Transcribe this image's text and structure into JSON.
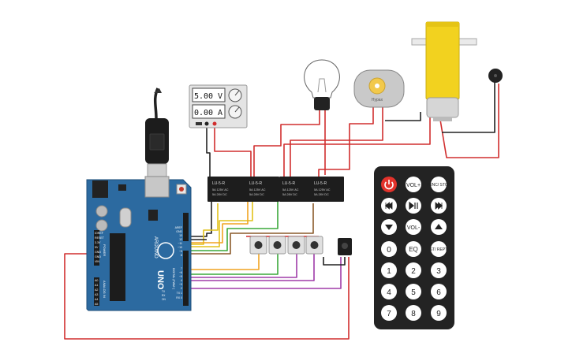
{
  "power_supply": {
    "voltage": "5.00 V",
    "current": "0.00 A"
  },
  "relays": [
    {
      "label": "LU-5-R",
      "spec1": "5A 125V AC",
      "spec2": "5A 28V DC"
    },
    {
      "label": "LU-5-R",
      "spec1": "5A 125V AC",
      "spec2": "5A 28V DC"
    },
    {
      "label": "LU-5-R",
      "spec1": "5A 125V AC",
      "spec2": "5A 28V DC"
    },
    {
      "label": "LU-5-R",
      "spec1": "5A 125V AC",
      "spec2": "5A 28V DC"
    }
  ],
  "dc_motor_label": "Hypax",
  "arduino": {
    "board": "ARDUINO",
    "model": "UNO",
    "left_header": [
      "IOREF",
      "RESET",
      "3.3V",
      "5V",
      "GND",
      "GND",
      "VIN"
    ],
    "left_header_title": "POWER",
    "analog_title": "ANALOG IN",
    "analog_pins": [
      "A0",
      "A1",
      "A2",
      "A3",
      "A4",
      "A5"
    ],
    "digital_title": "DIGITAL (PWM~)",
    "top_pins": [
      "AREF",
      "GND",
      "13",
      "12",
      "~11",
      "~10",
      "~9",
      "8"
    ],
    "bottom_pins": [
      "7",
      "~6",
      "~5",
      "4",
      "~3",
      "2",
      "TX 1",
      "RX 0"
    ],
    "led_labels": [
      "L",
      "TX",
      "RX",
      "ON"
    ]
  },
  "remote": {
    "rows": [
      [
        "power-icon",
        "VOL+",
        "FUNC/ STOP"
      ],
      [
        "prev-icon",
        "play-pause-icon",
        "next-icon"
      ],
      [
        "down-icon",
        "VOL-",
        "up-icon"
      ],
      [
        "0",
        "EQ",
        "ST/ REPT"
      ],
      [
        "1",
        "2",
        "3"
      ],
      [
        "4",
        "5",
        "6"
      ],
      [
        "7",
        "8",
        "9"
      ]
    ]
  },
  "colors": {
    "arduino": "#2c6aa0",
    "remote": "#222222",
    "motor": "#f2d21f",
    "wire_red": "#d12e2e",
    "wire_black": "#222222",
    "wire_orange": "#f1a420",
    "wire_yellow": "#e2c21b",
    "wire_green": "#3aa83a",
    "wire_purple": "#9f3ba8",
    "wire_brown": "#8a5a2a"
  }
}
